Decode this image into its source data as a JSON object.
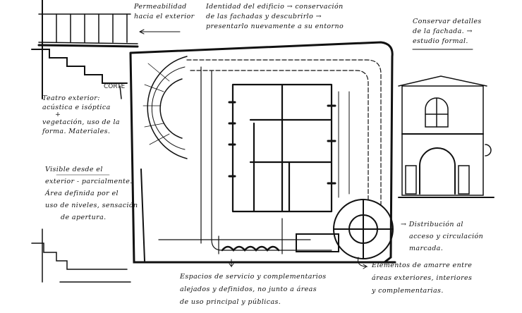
{
  "labels": {
    "section": "CORTE"
  },
  "notes": {
    "permeability": [
      "Permeabilidad",
      "hacia el exterior"
    ],
    "identity": [
      "Identidad del edificio → conservación",
      "de las fachadas y descubrirlo →",
      "presentarlo nuevamente a su entorno"
    ],
    "facade": [
      "Conservar detalles",
      "de la fachada. →",
      "estudio formal."
    ],
    "theater": [
      "Teatro exterior:",
      "acústica e isóptica",
      "+",
      "vegetación, uso de la",
      "forma. Materiales."
    ],
    "visible": [
      "Visible desde el",
      "exterior - parcialmente.",
      "Área definida por el",
      "uso de niveles, sensación",
      "de apertura."
    ],
    "services": [
      "Espacios de servicio y complementarios",
      "alejados y definidos, no junto a áreas",
      "de uso principal y públicas."
    ],
    "distribution": [
      "→ Distribución al",
      "acceso y circulación",
      "marcada."
    ],
    "linking": [
      "Elementos de amarre entre",
      "áreas exteriores, interiores",
      "y complementarias."
    ]
  },
  "colors": {
    "ink": "#111111",
    "paper": "#ffffff"
  }
}
